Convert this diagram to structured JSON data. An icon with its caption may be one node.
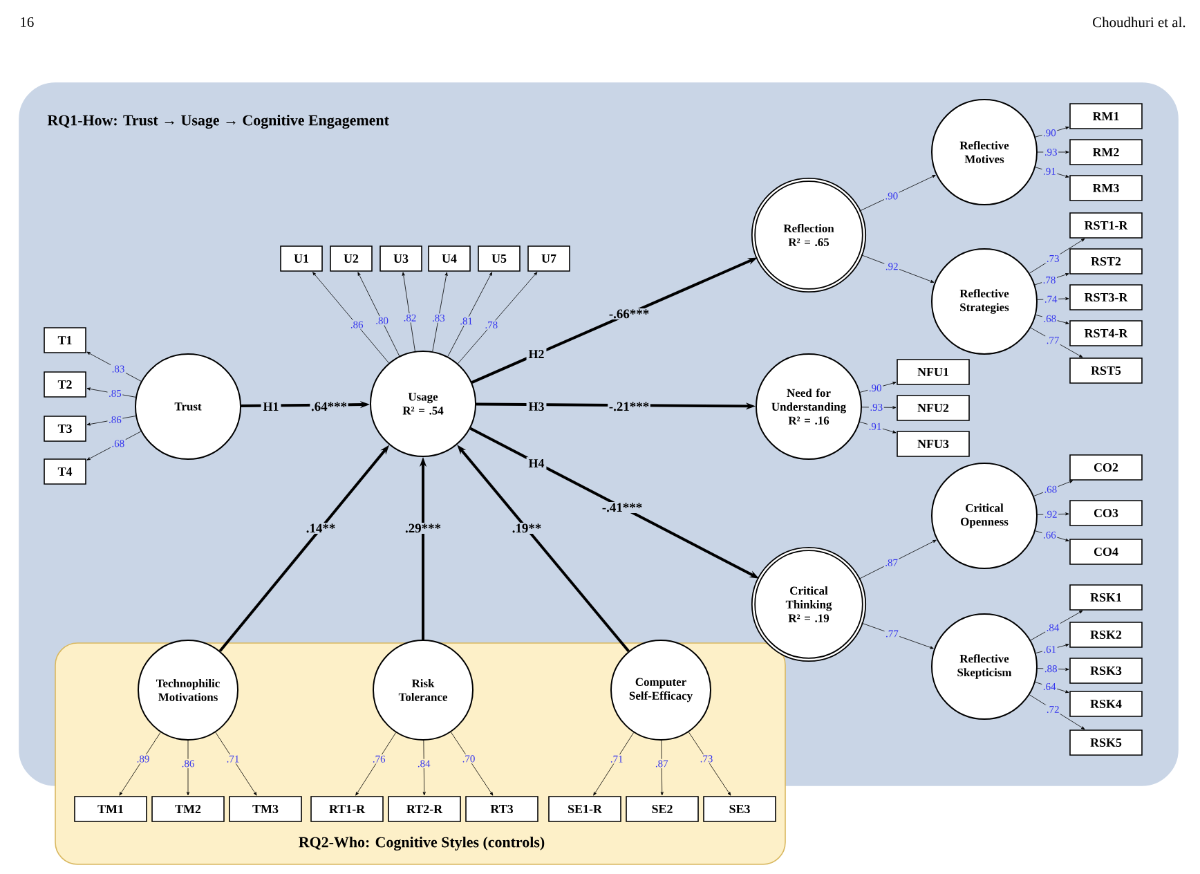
{
  "diagram": {
    "nodes": [
      {
        "text": [
          "RQ1-How: Trust → Usage → Cognitive Engagement"
        ]
      },
      {
        "text": [
          "RQ2-Who: Cognitive Styles (controls)"
        ]
      },
      {
        "text": [
          "Trust"
        ],
        "in": 0
      },
      {
        "text": [
          "Usage",
          "R² = .54"
        ],
        "in": 0
      },
      {
        "text": [
          "Reflection",
          "R² = .65"
        ],
        "in": 0
      },
      {
        "text": [
          "Need for Understanding",
          "R² = .16"
        ],
        "in": 0
      },
      {
        "text": [
          "Critical Thinking",
          "R² = .19"
        ],
        "in": 0
      },
      {
        "text": [
          "Reflective Motives"
        ],
        "in": 0
      },
      {
        "text": [
          "Reflective Strategies"
        ],
        "in": 0
      },
      {
        "text": [
          "Critical Openness"
        ],
        "in": 0
      },
      {
        "text": [
          "Reflective Skepticism"
        ],
        "in": 0
      },
      {
        "text": [
          "Technophilic Motivations"
        ]
      },
      {
        "text": [
          "Risk Tolerance"
        ]
      },
      {
        "text": [
          "Computer Self-Efficacy"
        ]
      },
      {
        "text": [
          "T1"
        ],
        "in": 0
      },
      {
        "text": [
          "T2"
        ],
        "in": 0
      },
      {
        "text": [
          "T3"
        ],
        "in": 0
      },
      {
        "text": [
          "T4"
        ],
        "in": 0
      },
      {
        "text": [
          "U1"
        ],
        "in": 0
      },
      {
        "text": [
          "U2"
        ],
        "in": 0
      },
      {
        "text": [
          "U3"
        ],
        "in": 0
      },
      {
        "text": [
          "U4"
        ],
        "in": 0
      },
      {
        "text": [
          "U5"
        ],
        "in": 0
      },
      {
        "text": [
          "U7"
        ],
        "in": 0
      },
      {
        "text": [
          "RM1"
        ],
        "in": 0
      },
      {
        "text": [
          "RM2"
        ],
        "in": 0
      },
      {
        "text": [
          "RM3"
        ],
        "in": 0
      },
      {
        "text": [
          "RST1-R"
        ],
        "in": 0
      },
      {
        "text": [
          "RST2"
        ],
        "in": 0
      },
      {
        "text": [
          "RST3-R"
        ],
        "in": 0
      },
      {
        "text": [
          "RST4-R"
        ],
        "in": 0
      },
      {
        "text": [
          "RST5"
        ],
        "in": 0
      },
      {
        "text": [
          "NFU1"
        ],
        "in": 0
      },
      {
        "text": [
          "NFU2"
        ],
        "in": 0
      },
      {
        "text": [
          "NFU3"
        ],
        "in": 0
      },
      {
        "text": [
          "CO2"
        ],
        "in": 0
      },
      {
        "text": [
          "CO3"
        ],
        "in": 0
      },
      {
        "text": [
          "CO4"
        ],
        "in": 0
      },
      {
        "text": [
          "RSK1"
        ],
        "in": 0
      },
      {
        "text": [
          "RSK2"
        ],
        "in": 0
      },
      {
        "text": [
          "RSK3"
        ],
        "in": 0
      },
      {
        "text": [
          "RSK4"
        ],
        "in": 0
      },
      {
        "text": [
          "RSK5"
        ],
        "in": 0
      },
      {
        "text": [
          "TM1"
        ],
        "in": 1
      },
      {
        "text": [
          "TM2"
        ],
        "in": 1
      },
      {
        "text": [
          "TM3"
        ],
        "in": 1
      },
      {
        "text": [
          "RT1-R"
        ],
        "in": 1
      },
      {
        "text": [
          "RT2-R"
        ],
        "in": 1
      },
      {
        "text": [
          "RT3"
        ],
        "in": 1
      },
      {
        "text": [
          "SE1-R"
        ],
        "in": 1
      },
      {
        "text": [
          "SE2"
        ],
        "in": 1
      },
      {
        "text": [
          "SE3"
        ],
        "in": 1
      }
    ],
    "edges": [
      {
        "from": 2,
        "to": 3,
        "arrow": "to",
        "label": ".64***",
        "style": "thick"
      },
      {
        "from": 3,
        "to": 4,
        "arrow": "to",
        "label": "-.66***",
        "style": "thick"
      },
      {
        "from": 3,
        "to": 5,
        "arrow": "to",
        "label": "-.21***",
        "style": "thick"
      },
      {
        "from": 3,
        "to": 6,
        "arrow": "to",
        "label": "-.41***",
        "style": "thick"
      },
      {
        "from": 11,
        "to": 3,
        "arrow": "to",
        "label": ".14**",
        "style": "thick"
      },
      {
        "from": 12,
        "to": 3,
        "arrow": "to",
        "label": ".29***",
        "style": "thick"
      },
      {
        "from": 13,
        "to": 3,
        "arrow": "to",
        "label": ".19**",
        "style": "thick"
      },
      {
        "from": 4,
        "to": 7,
        "arrow": "to",
        "label": ".90"
      },
      {
        "from": 4,
        "to": 8,
        "arrow": "to",
        "label": ".92"
      },
      {
        "from": 6,
        "to": 9,
        "arrow": "to",
        "label": ".87"
      },
      {
        "from": 6,
        "to": 10,
        "arrow": "to",
        "label": ".77"
      },
      {
        "from": 2,
        "to": 14,
        "arrow": "to",
        "label": ".83"
      },
      {
        "from": 2,
        "to": 15,
        "arrow": "to",
        "label": ".85"
      },
      {
        "from": 2,
        "to": 16,
        "arrow": "to",
        "label": ".86"
      },
      {
        "from": 2,
        "to": 17,
        "arrow": "to",
        "label": ".68"
      },
      {
        "from": 3,
        "to": 18,
        "arrow": "to",
        "label": ".86"
      },
      {
        "from": 3,
        "to": 19,
        "arrow": "to",
        "label": ".80"
      },
      {
        "from": 3,
        "to": 20,
        "arrow": "to",
        "label": ".82"
      },
      {
        "from": 3,
        "to": 21,
        "arrow": "to",
        "label": ".83"
      },
      {
        "from": 3,
        "to": 22,
        "arrow": "to",
        "label": ".81"
      },
      {
        "from": 3,
        "to": 23,
        "arrow": "to",
        "label": ".78"
      },
      {
        "from": 7,
        "to": 24,
        "arrow": "to",
        "label": ".90"
      },
      {
        "from": 7,
        "to": 25,
        "arrow": "to",
        "label": ".93"
      },
      {
        "from": 7,
        "to": 26,
        "arrow": "to",
        "label": ".91"
      },
      {
        "from": 8,
        "to": 27,
        "arrow": "to",
        "label": ".73"
      },
      {
        "from": 8,
        "to": 28,
        "arrow": "to",
        "label": ".78"
      },
      {
        "from": 8,
        "to": 29,
        "arrow": "to",
        "label": ".74"
      },
      {
        "from": 8,
        "to": 30,
        "arrow": "to",
        "label": ".68"
      },
      {
        "from": 8,
        "to": 31,
        "arrow": "to",
        "label": ".77"
      },
      {
        "from": 5,
        "to": 32,
        "arrow": "to",
        "label": ".90"
      },
      {
        "from": 5,
        "to": 33,
        "arrow": "to",
        "label": ".93"
      },
      {
        "from": 5,
        "to": 34,
        "arrow": "to",
        "label": ".91"
      },
      {
        "from": 9,
        "to": 35,
        "arrow": "to",
        "label": ".68"
      },
      {
        "from": 9,
        "to": 36,
        "arrow": "to",
        "label": ".92"
      },
      {
        "from": 9,
        "to": 37,
        "arrow": "to",
        "label": ".66"
      },
      {
        "from": 10,
        "to": 38,
        "arrow": "to",
        "label": ".84"
      },
      {
        "from": 10,
        "to": 39,
        "arrow": "to",
        "label": ".61"
      },
      {
        "from": 10,
        "to": 40,
        "arrow": "to",
        "label": ".88"
      },
      {
        "from": 10,
        "to": 41,
        "arrow": "to",
        "label": ".64"
      },
      {
        "from": 10,
        "to": 42,
        "arrow": "to",
        "label": ".72"
      },
      {
        "from": 11,
        "to": 43,
        "arrow": "to",
        "label": ".89"
      },
      {
        "from": 11,
        "to": 44,
        "arrow": "to",
        "label": ".86"
      },
      {
        "from": 11,
        "to": 45,
        "arrow": "to",
        "label": ".71"
      },
      {
        "from": 12,
        "to": 46,
        "arrow": "to",
        "label": ".76"
      },
      {
        "from": 12,
        "to": 47,
        "arrow": "to",
        "label": ".84"
      },
      {
        "from": 12,
        "to": 48,
        "arrow": "to",
        "label": ".70"
      },
      {
        "from": 13,
        "to": 49,
        "arrow": "to",
        "label": ".71"
      },
      {
        "from": 13,
        "to": 50,
        "arrow": "to",
        "label": ".87"
      },
      {
        "from": 13,
        "to": 51,
        "arrow": "to",
        "label": ".73"
      }
    ],
    "labels": [
      "16",
      "Choudhuri et al.",
      "H1",
      "H2",
      "H3",
      "H4"
    ]
  }
}
